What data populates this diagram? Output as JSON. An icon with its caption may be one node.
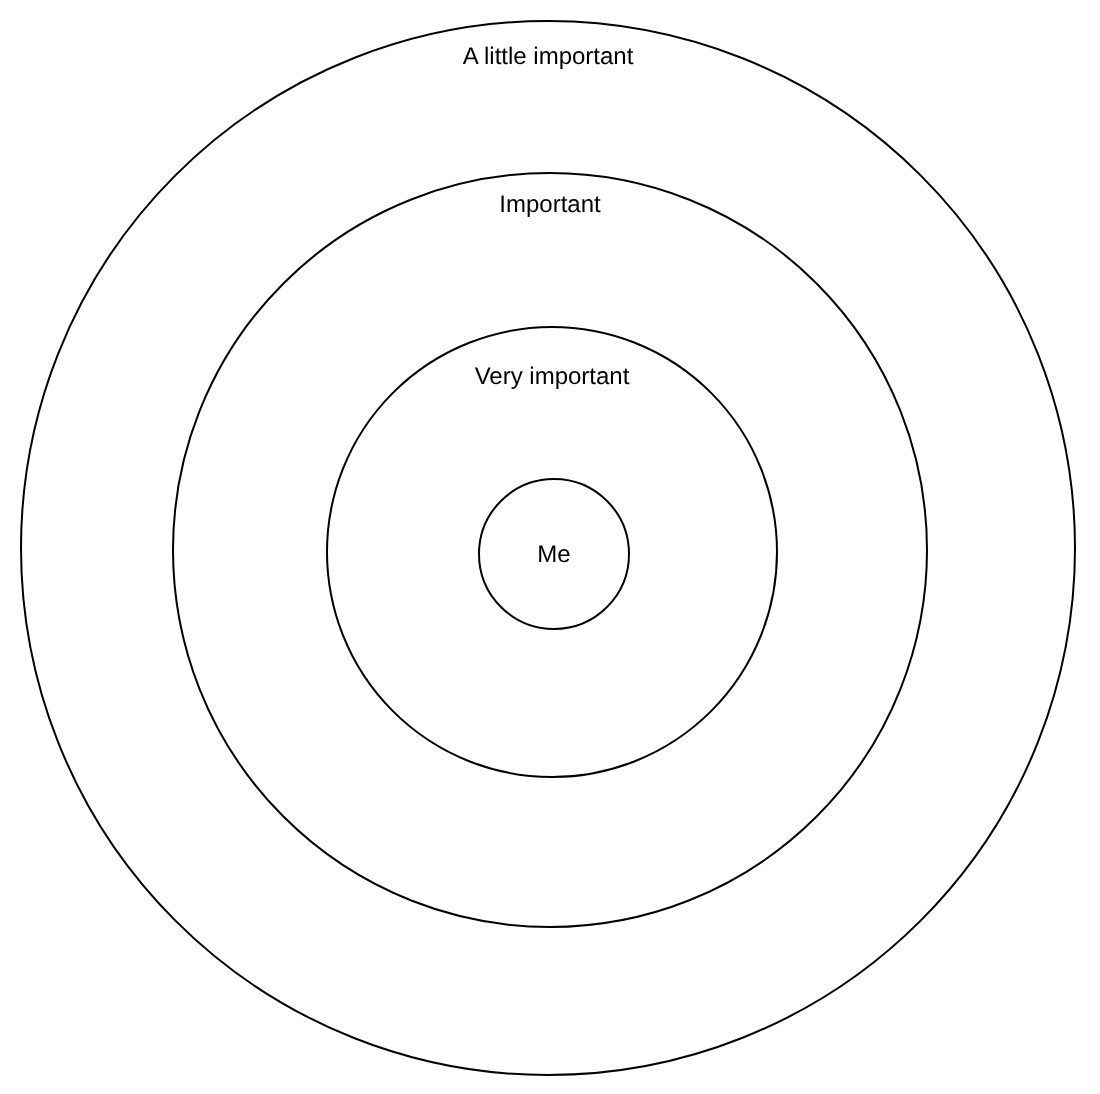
{
  "diagram": {
    "nodes": [
      {
        "text": [
          "A little important"
        ]
      },
      {
        "text": [
          "Important"
        ],
        "in": 0
      },
      {
        "text": [
          "Very important"
        ],
        "in": 1
      },
      {
        "text": [
          "Me"
        ],
        "in": 2
      }
    ]
  }
}
